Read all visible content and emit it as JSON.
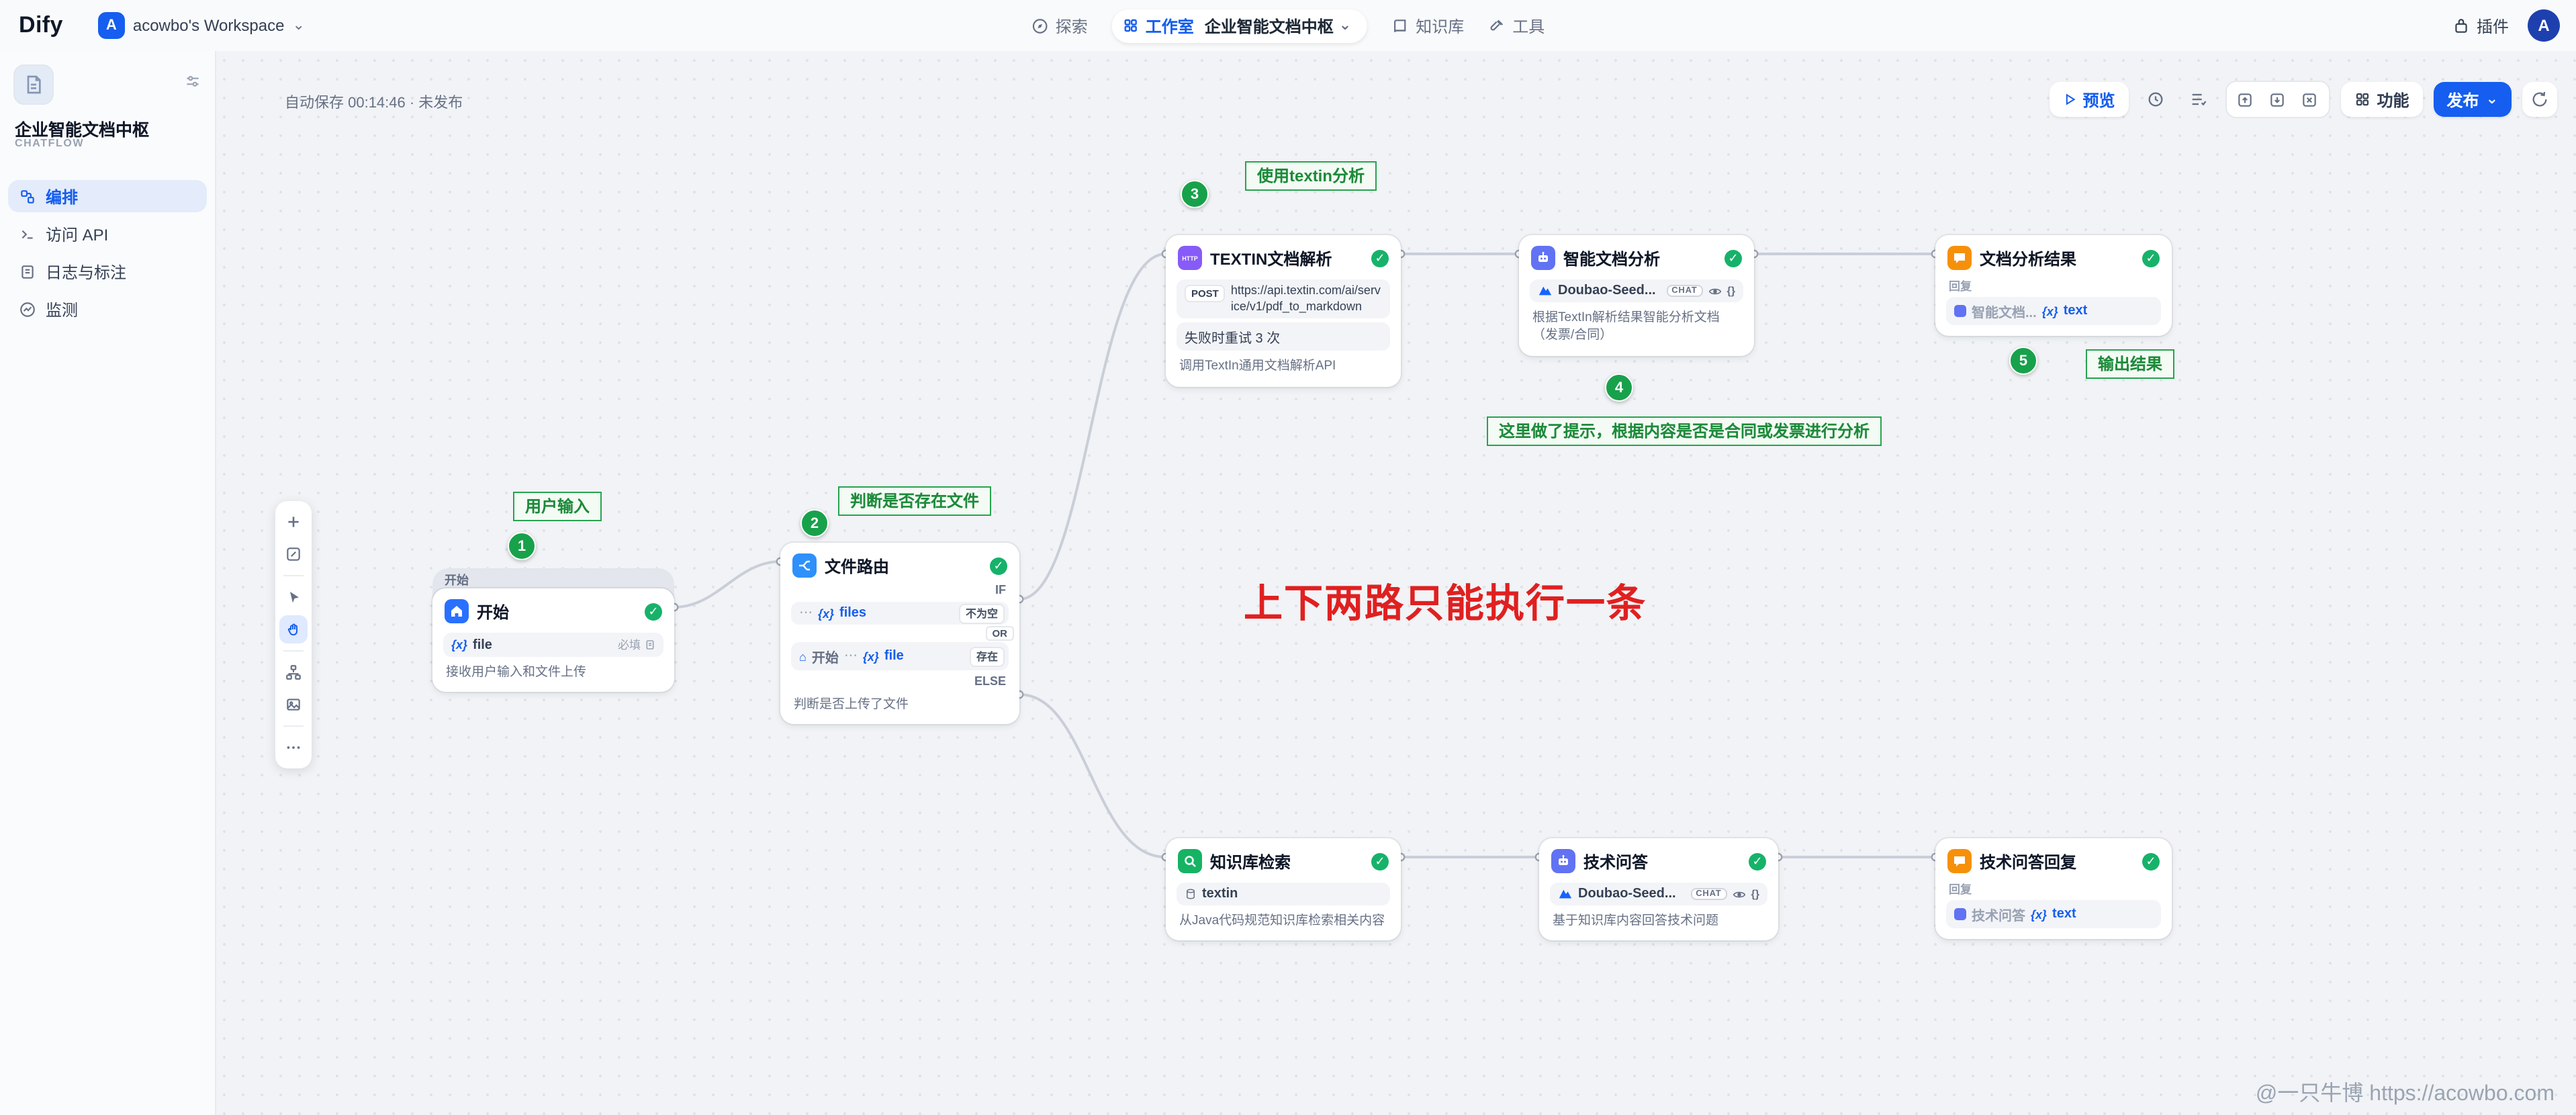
{
  "header": {
    "logo": "Dify",
    "workspace": {
      "initial": "A",
      "name": "acowbo's Workspace"
    },
    "nav": {
      "explore": "探索",
      "studio": "工作室",
      "app": "企业智能文档中枢",
      "knowledge": "知识库",
      "tools": "工具"
    },
    "plugins": "插件",
    "avatar": "A"
  },
  "sidebar": {
    "app_name": "企业智能文档中枢",
    "app_type": "CHATFLOW",
    "items": [
      {
        "label": "编排"
      },
      {
        "label": "访问 API"
      },
      {
        "label": "日志与标注"
      },
      {
        "label": "监测"
      }
    ]
  },
  "canvas": {
    "autosave": "自动保存 00:14:46 · 未发布",
    "preview": "预览",
    "features": "功能",
    "publish": "发布"
  },
  "nodes": {
    "start": {
      "group": "开始",
      "title": "开始",
      "field": "file",
      "required": "必填",
      "desc": "接收用户输入和文件上传"
    },
    "router": {
      "title": "文件路由",
      "if": "IF",
      "or": "OR",
      "else": "ELSE",
      "cond1_var": "files",
      "cond1_op": "不为空",
      "cond2_node": "开始",
      "cond2_var": "file",
      "cond2_op": "存在",
      "desc": "判断是否上传了文件"
    },
    "textin": {
      "icon_label": "HTTP",
      "title": "TEXTIN文档解析",
      "method": "POST",
      "url": "https://api.textin.com/ai/service/v1/pdf_to_markdown",
      "retry": "失败时重试 3 次",
      "desc": "调用TextIn通用文档解析API"
    },
    "doc_llm": {
      "title": "智能文档分析",
      "model": "Doubao-Seed...",
      "model_badge": "CHAT",
      "desc": "根据TextIn解析结果智能分析文档（发票/合同）"
    },
    "doc_answer": {
      "title": "文档分析结果",
      "reply_label": "回复",
      "ref": "智能文档...",
      "ref_var": "text"
    },
    "kb": {
      "title": "知识库检索",
      "dataset": "textin",
      "desc": "从Java代码规范知识库检索相关内容"
    },
    "qa_llm": {
      "title": "技术问答",
      "model": "Doubao-Seed...",
      "model_badge": "CHAT",
      "desc": "基于知识库内容回答技术问题"
    },
    "qa_answer": {
      "title": "技术问答回复",
      "reply_label": "回复",
      "ref": "技术问答",
      "ref_var": "text"
    }
  },
  "annotations": {
    "n1": {
      "num": "1",
      "text": "用户输入"
    },
    "n2": {
      "num": "2",
      "text": "判断是否存在文件"
    },
    "n3": {
      "num": "3",
      "text": "使用textin分析"
    },
    "n4": {
      "num": "4",
      "text": "这里做了提示，根据内容是否是合同或发票进行分析"
    },
    "n5": {
      "num": "5",
      "text": "输出结果"
    },
    "red_note": "上下两路只能执行一条"
  },
  "watermark": "@一只牛博 https://acowbo.com",
  "glyphs": {
    "var": "{x}",
    "dots": "⋯",
    "home": "⌂",
    "check": "✓",
    "chevron": "⌄",
    "brackets": "{}"
  }
}
